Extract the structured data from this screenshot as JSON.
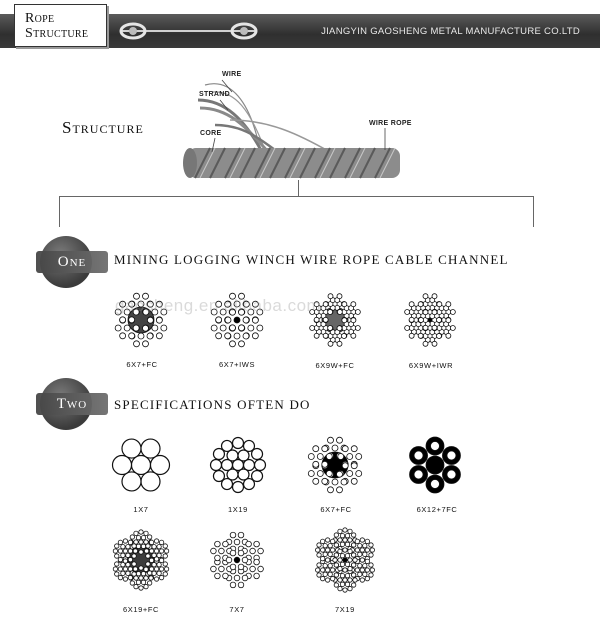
{
  "header": {
    "title_line1": "Rope",
    "title_line2": "Structure",
    "company": "JIANGYIN GAOSHENG METAL MANUFACTURE CO.LTD"
  },
  "structure": {
    "heading": "Structure",
    "labels": {
      "wire": "WIRE",
      "strand": "STRAND",
      "core": "CORE",
      "wire_rope": "WIRE ROPE"
    }
  },
  "section_one": {
    "badge": "One",
    "title": "MINING LOGGING WINCH WIRE ROPE CABLE CHANNEL",
    "items": [
      "6X7+FC",
      "6X7+IWS",
      "6X9W+FC",
      "6X9W+IWR"
    ],
    "watermark": "gaosheng.en.alibaba.com"
  },
  "section_two": {
    "badge": "Two",
    "title": "SPECIFICATIONS OFTEN DO",
    "items": [
      "1X7",
      "1X19",
      "6X7+FC",
      "6X12+7FC",
      "6X19+FC",
      "7X7",
      "7X19"
    ]
  },
  "colors": {
    "header_bar": "#3a3a3a",
    "badge": "#555555",
    "core_dark": "#3b3b3b"
  }
}
